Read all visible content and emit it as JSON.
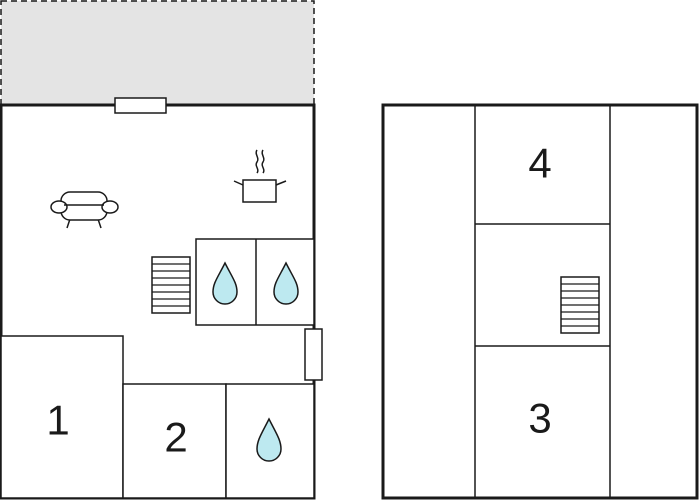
{
  "floors": {
    "ground": {
      "rooms": [
        {
          "id": "bedroom-1",
          "label": "1"
        },
        {
          "id": "bedroom-2",
          "label": "2"
        }
      ],
      "icons": [
        "sofa-icon",
        "cooking-pot-icon",
        "staircase-icon",
        "water-drop-icon",
        "water-drop-icon",
        "water-drop-icon",
        "window-icon",
        "door-icon"
      ],
      "terrace": "terrace-area"
    },
    "upper": {
      "rooms": [
        {
          "id": "bedroom-4",
          "label": "4"
        },
        {
          "id": "bedroom-3",
          "label": "3"
        }
      ],
      "icons": [
        "staircase-icon"
      ]
    }
  },
  "colors": {
    "wall": "#1a1a1a",
    "terrace": "#e4e4e4",
    "water": "#bde9f0",
    "background": "#ffffff"
  }
}
